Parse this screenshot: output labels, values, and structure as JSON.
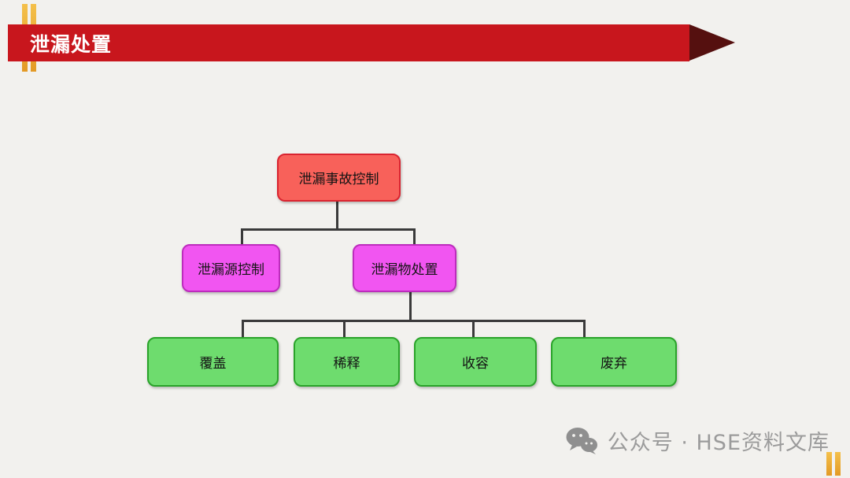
{
  "header": {
    "title": "泄漏处置"
  },
  "diagram": {
    "root": {
      "label": "泄漏事故控制"
    },
    "children": [
      {
        "label": "泄漏源控制"
      },
      {
        "label": "泄漏物处置"
      }
    ],
    "leaves": [
      {
        "label": "覆盖"
      },
      {
        "label": "稀释"
      },
      {
        "label": "收容"
      },
      {
        "label": "废弃"
      }
    ]
  },
  "watermark": {
    "text": "公众号 · HSE资料文库",
    "icon": "wechat-icon"
  },
  "colors": {
    "background": "#f2f1ee",
    "banner": "#c8161d",
    "banner_arrow": "#55100f",
    "root_fill": "#f8615a",
    "root_border": "#da2430",
    "branch_fill": "#f155f1",
    "branch_border": "#bd2cbd",
    "leaf_fill": "#6edc6e",
    "leaf_border": "#2aa32a",
    "connector": "#3a3a3a",
    "accent_gold": "#e39a25",
    "watermark_text": "#9b9b9b"
  }
}
